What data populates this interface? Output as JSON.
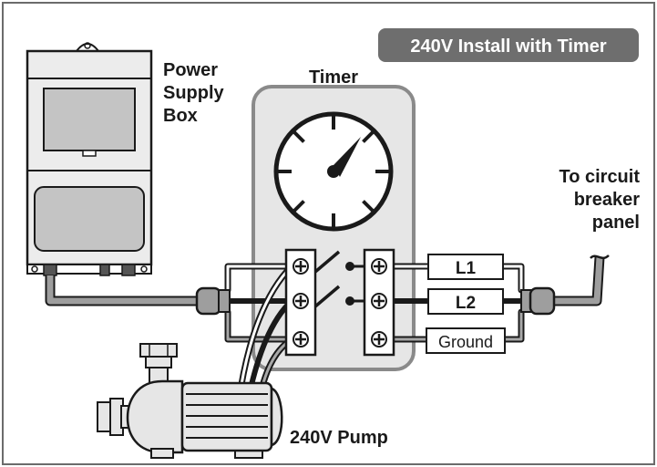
{
  "title": "240V Install with Timer",
  "labels": {
    "power_supply": [
      "Power",
      "Supply",
      "Box"
    ],
    "timer": "Timer",
    "panel": [
      "To circuit",
      "breaker",
      "panel"
    ],
    "pump": "240V Pump"
  },
  "terminals": {
    "l1": "L1",
    "l2": "L2",
    "ground": "Ground"
  },
  "colors": {
    "frame": "#6b6b6b",
    "title_badge": "#6e6e6e",
    "timer_body": "#e6e6e6",
    "conduit": "#9e9e9e",
    "ground_wire": "#a8a8a8",
    "outline": "#1a1a1a"
  }
}
